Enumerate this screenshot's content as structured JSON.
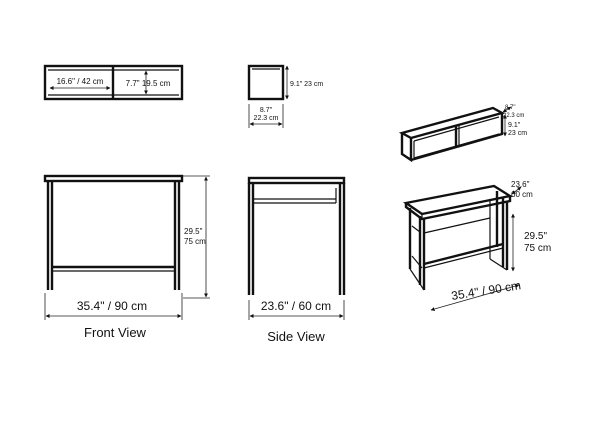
{
  "labels": {
    "shelf_width": "16.6\" / 42 cm",
    "shelf_height": "7.7\" 19.5 cm",
    "shelf_side_height": "9.1\" 23 cm",
    "shelf_side_depth_in": "8.7\"",
    "shelf_side_depth_cm": "22.3 cm",
    "iso_shelf_depth_in": "8.7\"",
    "iso_shelf_depth_cm": "22.3 cm",
    "iso_shelf_height_in": "9.1\"",
    "iso_shelf_height_cm": "23 cm",
    "front_height_in": "29.5\"",
    "front_height_cm": "75 cm",
    "front_width": "35.4\" / 90 cm",
    "side_width": "23.6\" / 60 cm",
    "iso_depth_in": "23.6\"",
    "iso_depth_cm": "60 cm",
    "iso_height_in": "29.5\"",
    "iso_height_cm": "75 cm",
    "iso_width": "35.4\" / 90 cm"
  },
  "captions": {
    "front": "Front View",
    "side": "Side View"
  }
}
